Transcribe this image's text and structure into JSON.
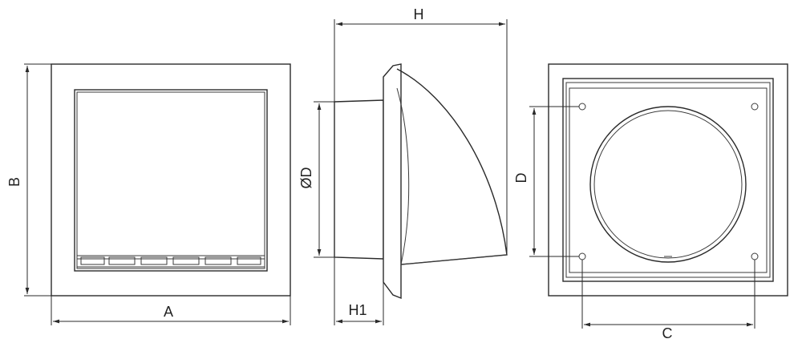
{
  "labels": {
    "A": "A",
    "B": "B",
    "H": "H",
    "H1": "H1",
    "D_diameter": "ØD",
    "D": "D",
    "C": "C"
  },
  "views": [
    "front-view",
    "side-view",
    "back-view"
  ],
  "line_color": "#2a2a2a",
  "background": "#ffffff"
}
